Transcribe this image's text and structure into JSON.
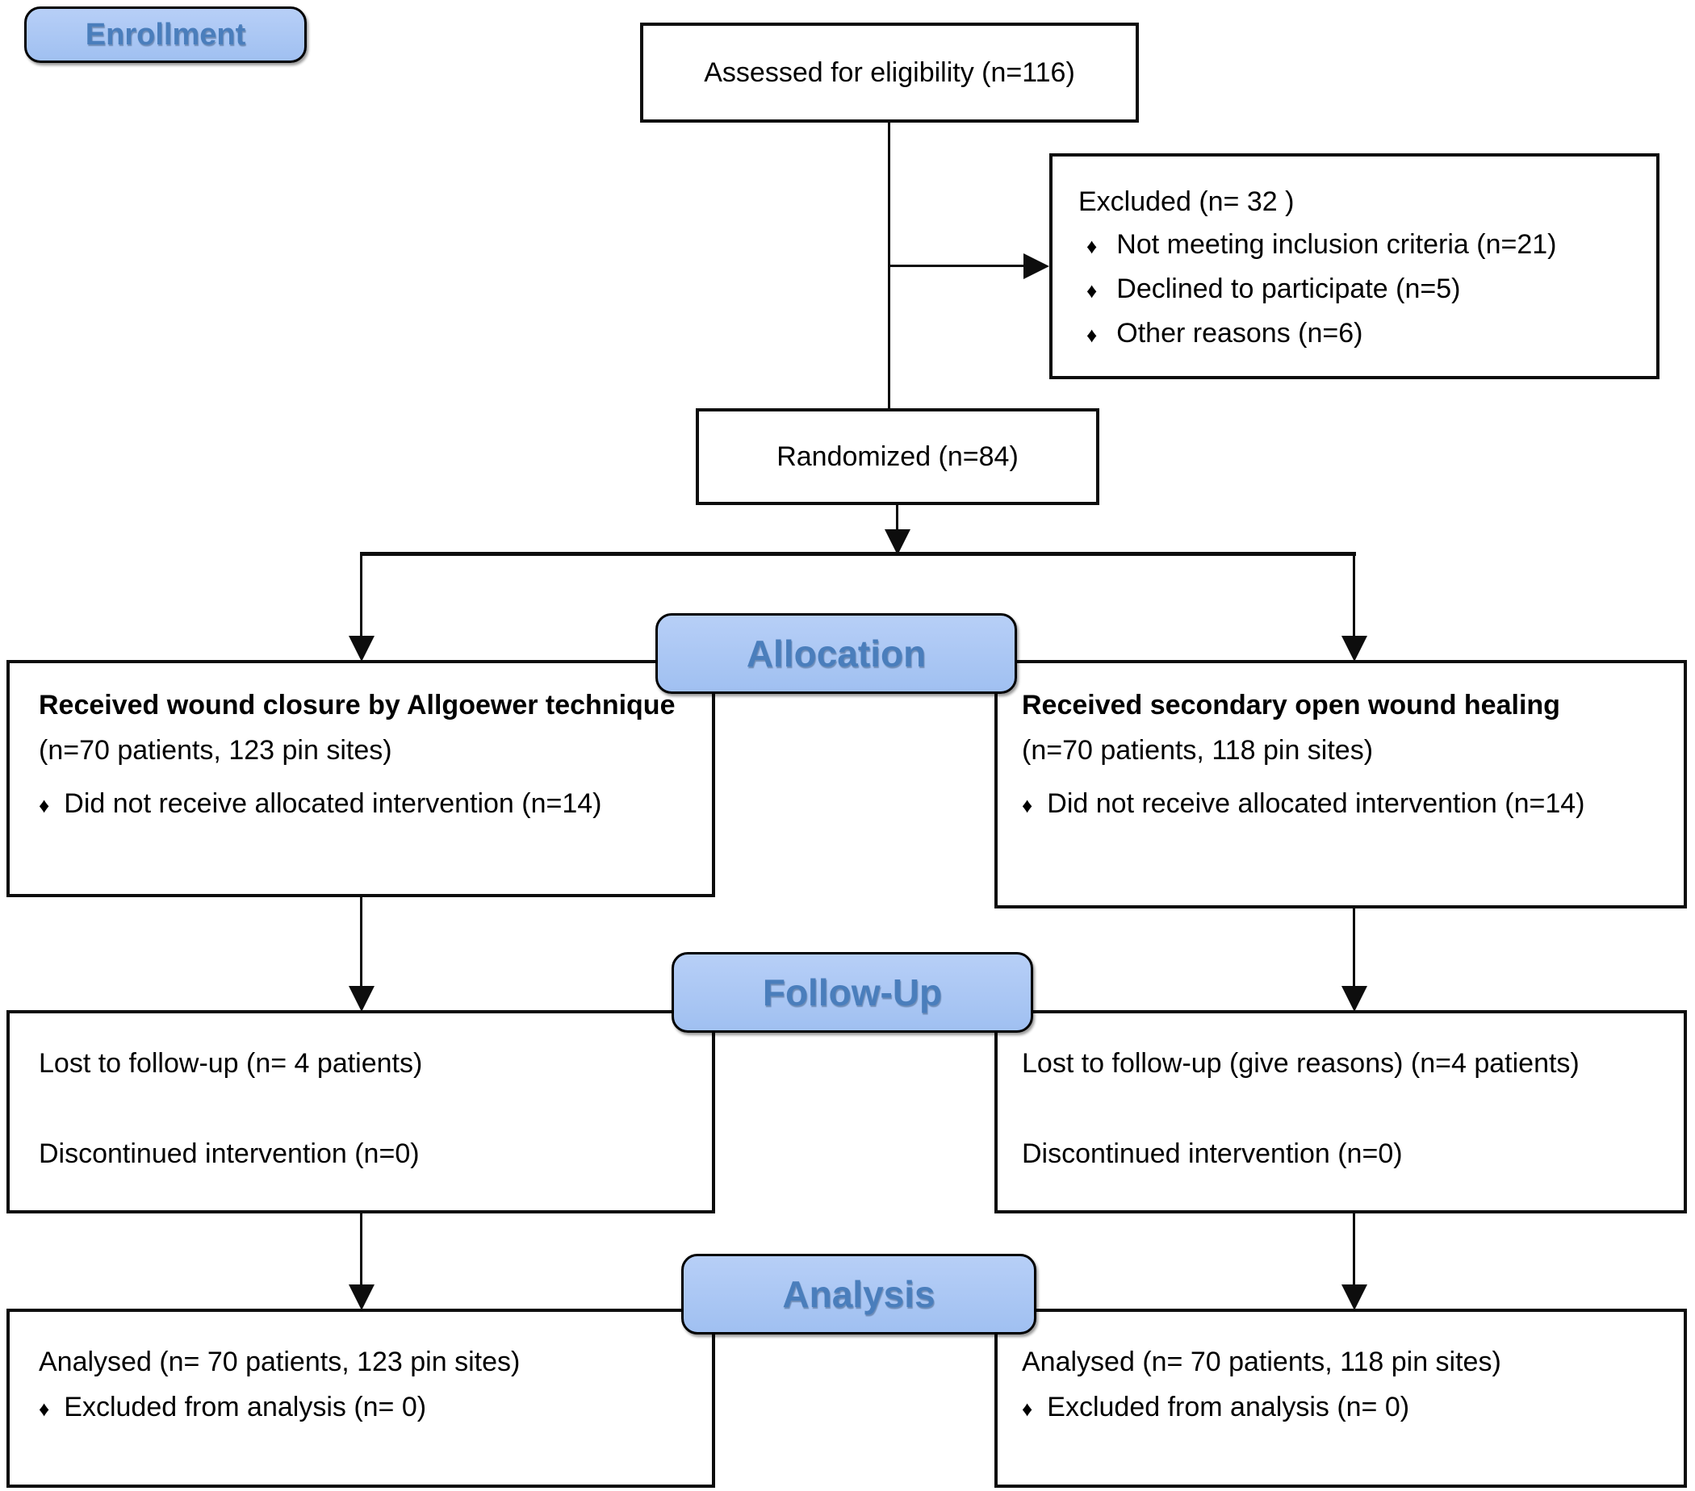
{
  "colors": {
    "badge_fill_top": "#b7cff7",
    "badge_fill_bottom": "#a0c0f1",
    "badge_text": "#4a7ebc",
    "box_border": "#0d0d0d",
    "box_background": "#ffffff"
  },
  "glyphs": {
    "bullet": "♦"
  },
  "stages": {
    "enrollment": "Enrollment",
    "allocation": "Allocation",
    "followup": "Follow-Up",
    "analysis": "Analysis"
  },
  "boxes": {
    "assessed": {
      "text": "Assessed for eligibility (n=116)"
    },
    "excluded": {
      "title": "Excluded  (n= 32 )",
      "bullets": [
        "Not meeting inclusion criteria (n=21)",
        "Declined to participate (n=5)",
        "Other reasons (n=6)"
      ]
    },
    "randomized": {
      "text": "Randomized (n=84)"
    },
    "allocation_left": {
      "title": "Received wound closure by Allgoewer technique",
      "subtitle": "(n=70 patients, 123 pin sites)",
      "bullet": "Did not receive allocated intervention (n=14)"
    },
    "allocation_right": {
      "title": "Received secondary open wound healing",
      "subtitle": "(n=70 patients, 118 pin sites)",
      "bullet": "Did not receive allocated intervention (n=14)"
    },
    "followup_left": {
      "line1": "Lost to follow-up (n= 4 patients)",
      "line2": "Discontinued intervention (n=0)"
    },
    "followup_right": {
      "line1": "Lost to follow-up (give reasons) (n=4 patients)",
      "line2": "Discontinued intervention (n=0)"
    },
    "analysis_left": {
      "title": "Analysed  (n= 70 patients, 123 pin sites)",
      "bullet": "Excluded from analysis (n= 0)"
    },
    "analysis_right": {
      "title": "Analysed  (n= 70 patients, 118 pin sites)",
      "bullet": "Excluded from analysis (n= 0)"
    }
  }
}
